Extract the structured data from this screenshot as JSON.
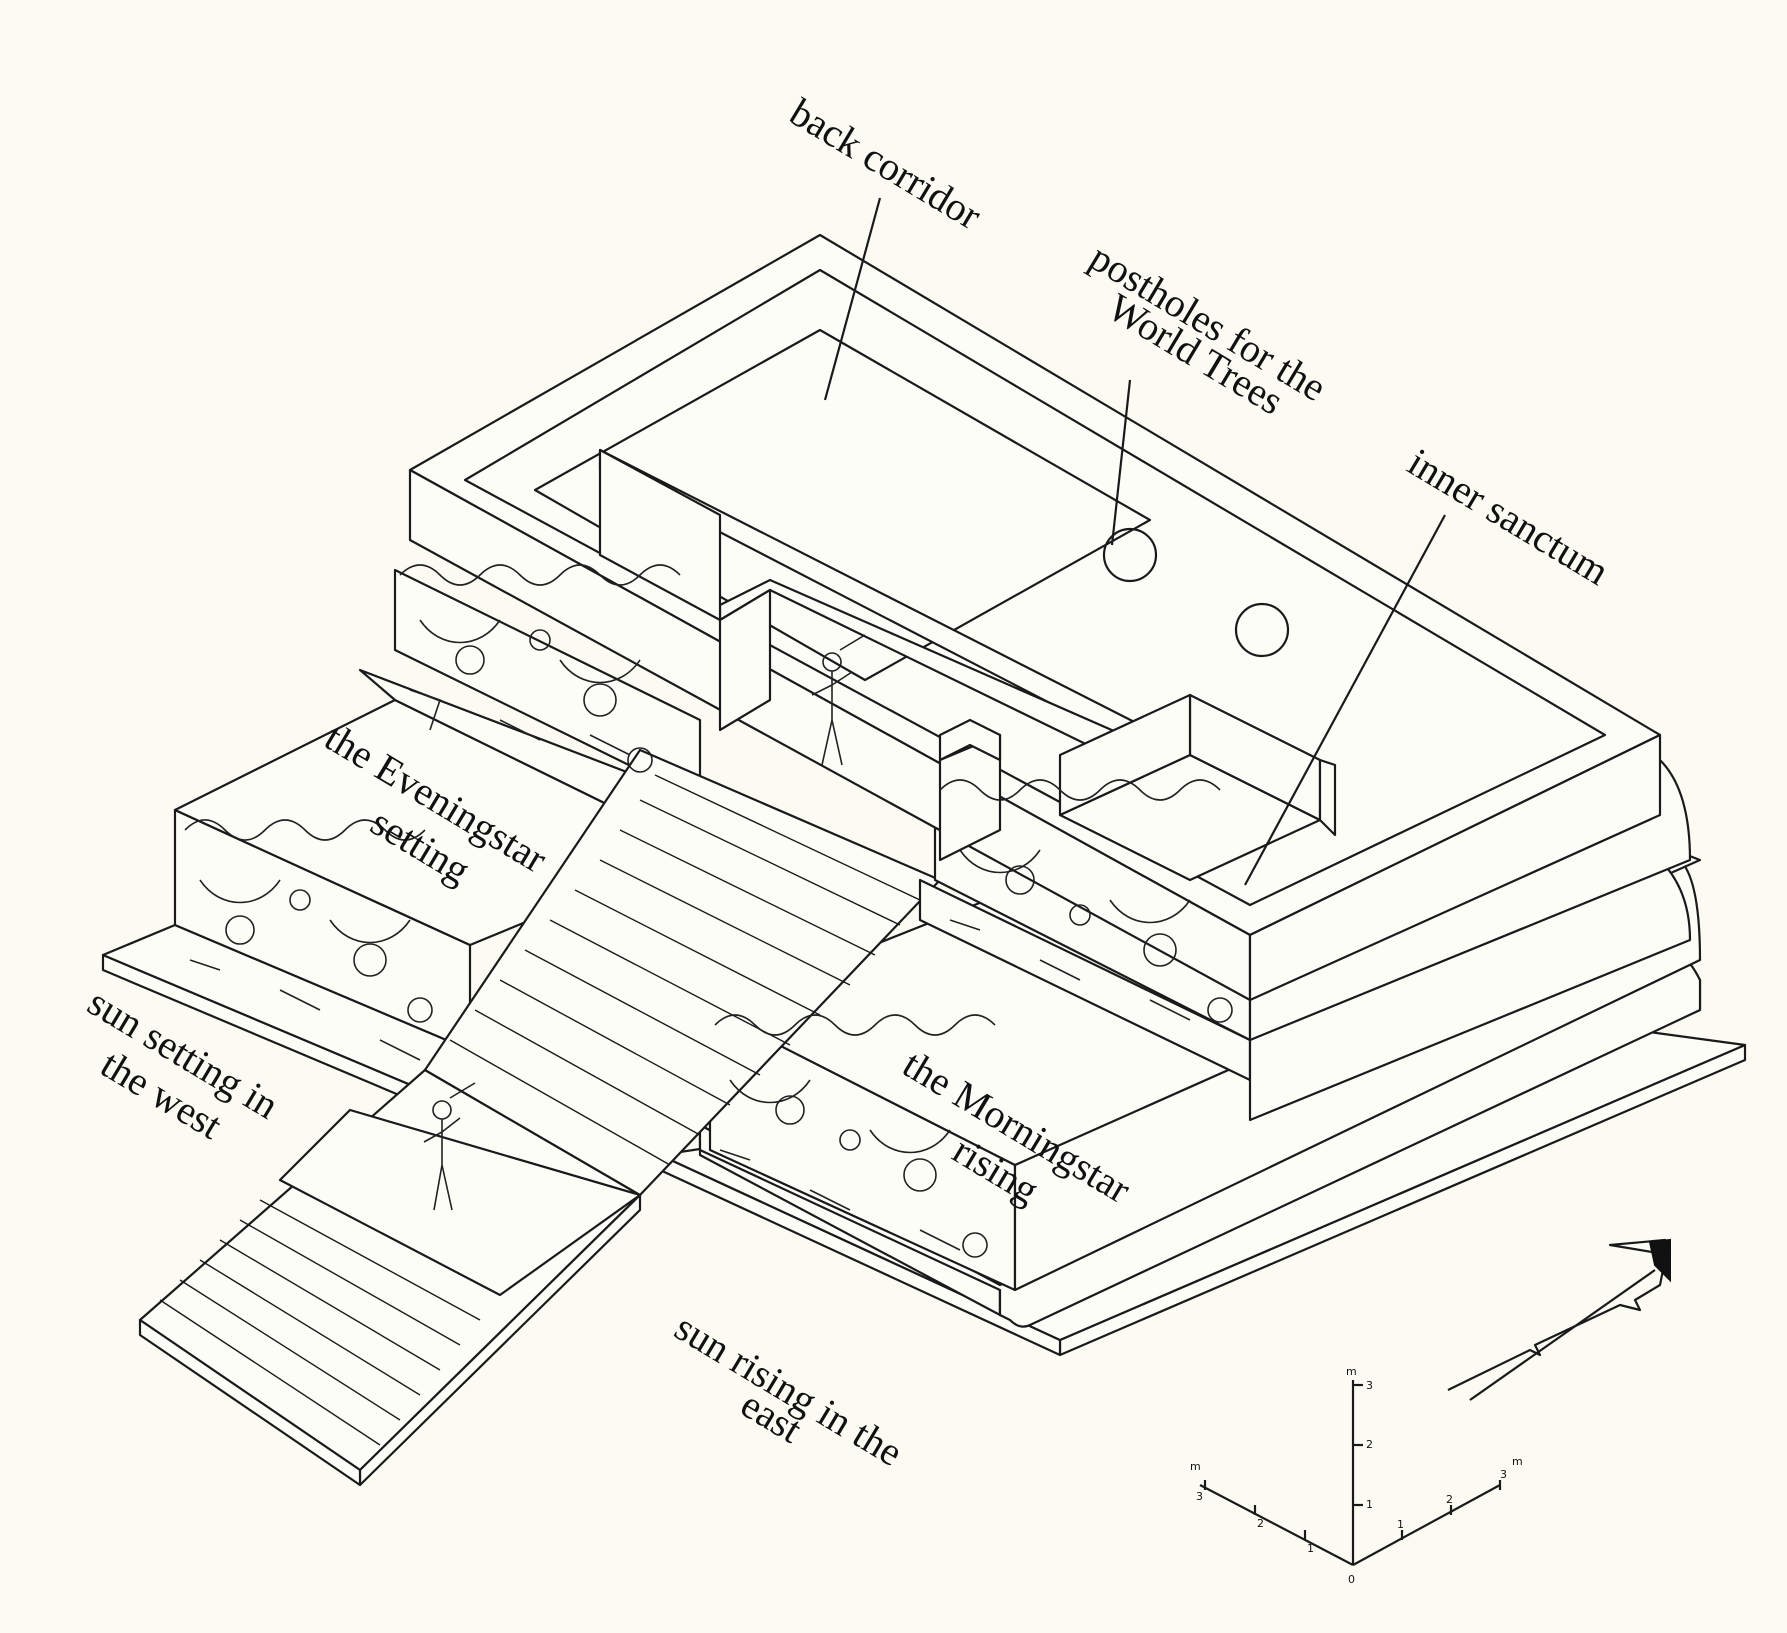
{
  "labels": {
    "back_corridor": "back corridor",
    "postholes_line1": "postholes for the",
    "postholes_line2": "World Trees",
    "inner_sanctum": "inner sanctum",
    "eveningstar_line1": "the Eveningstar",
    "eveningstar_line2": "setting",
    "sun_west_line1": "sun setting in",
    "sun_west_line2": "the west",
    "morningstar_line1": "the Morningstar",
    "morningstar_line2": "rising",
    "sun_east_line1": "sun rising in the",
    "sun_east_line2": "east"
  },
  "scale": {
    "unit": "m",
    "left_ticks": [
      "1",
      "2",
      "3"
    ],
    "vertical_ticks": [
      "1",
      "2",
      "3"
    ],
    "right_ticks": [
      "1",
      "2",
      "3"
    ],
    "origin": "0"
  },
  "colors": {
    "paper": "#fbfbf3",
    "ink": "#1a1a1a"
  }
}
